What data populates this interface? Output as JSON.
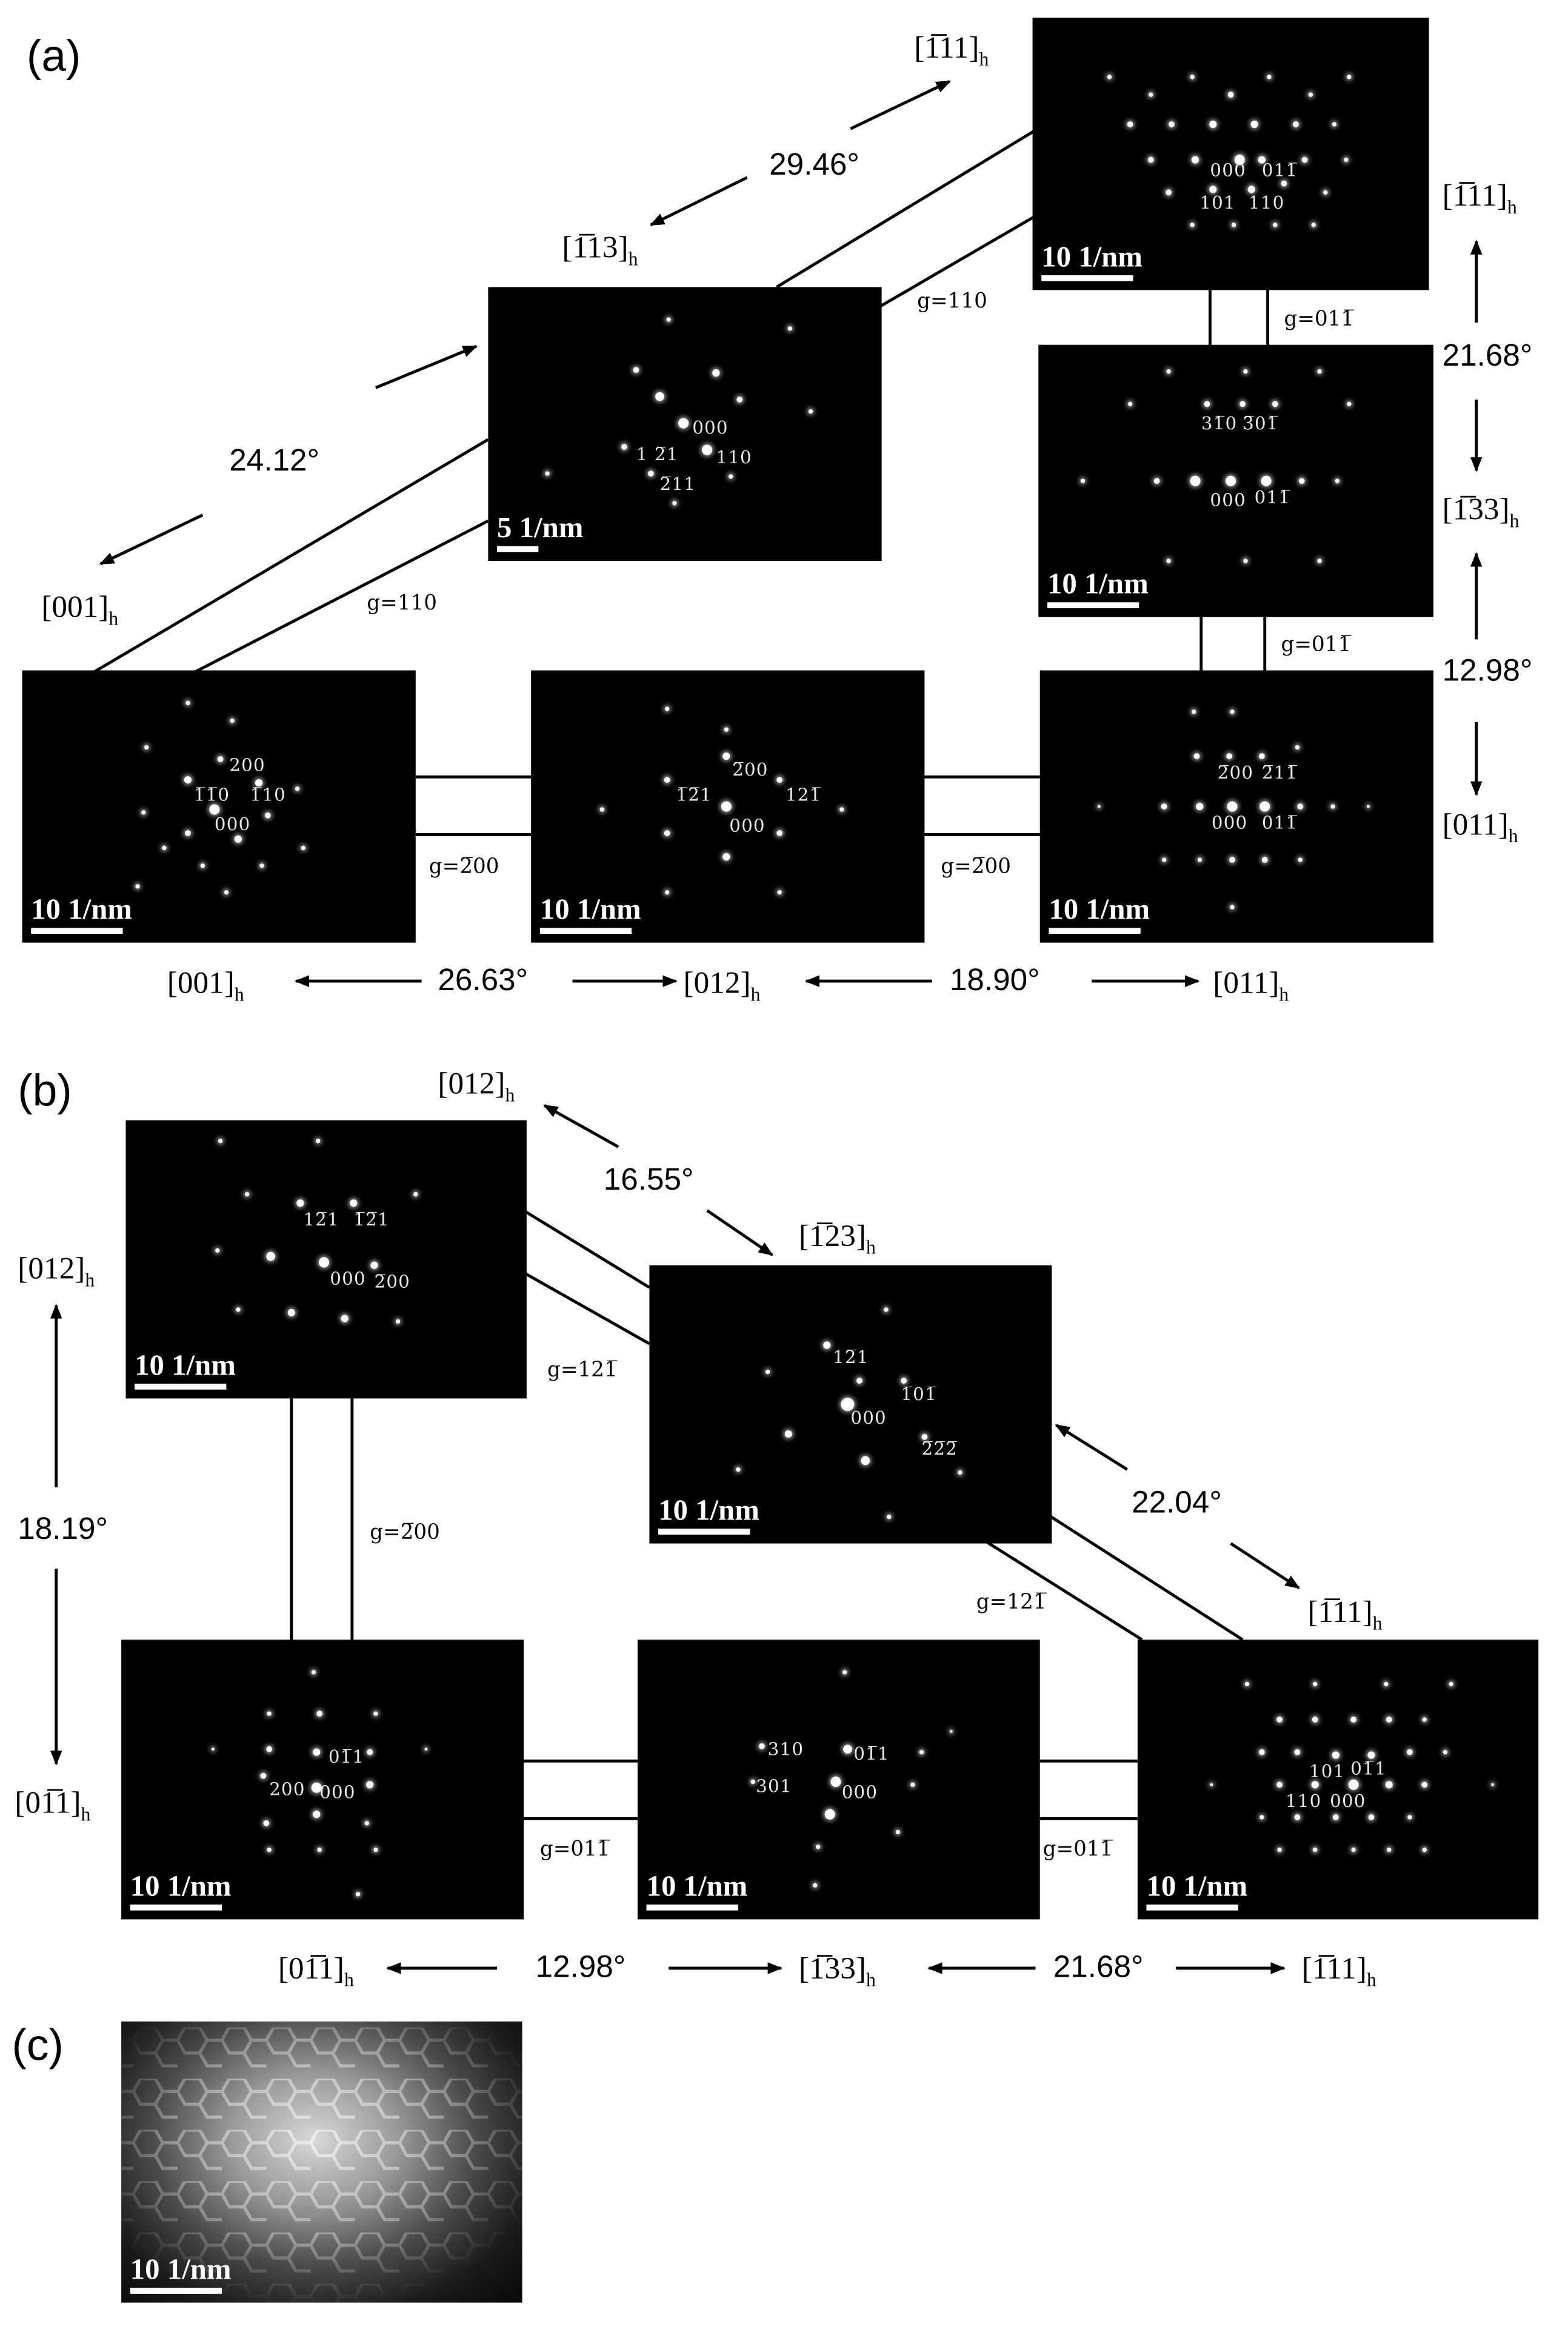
{
  "panel_labels": {
    "a": "(a)",
    "b": "(b)",
    "c": "(c)"
  },
  "scale_bars": {
    "ten": "10 1/nm",
    "five": "5 1/nm"
  },
  "patterns": {
    "a_111": [
      "000",
      "011̅",
      "101",
      "110"
    ],
    "a_113": [
      "000",
      "1 2̅1",
      "110",
      "2̅11"
    ],
    "a_133": [
      "31̅0",
      "3̅01̅",
      "000",
      "011̅"
    ],
    "a_001": [
      "200",
      "1̅1̅0",
      "1̅10",
      "000"
    ],
    "a_012": [
      "2̅00",
      "1̅2̅1",
      "121̅",
      "000"
    ],
    "a_011": [
      "2̅00",
      "2̅11̅",
      "000",
      "011̅"
    ],
    "b_012": [
      "12̅1",
      "1̅2̅1",
      "000",
      "2̅00"
    ],
    "b_123": [
      "12̅1",
      "1̅01̅",
      "000",
      "2̅2̅2̅"
    ],
    "b_011": [
      "01̅1",
      "200",
      "000"
    ],
    "b_133": [
      "310",
      "01̅1",
      "301",
      "000"
    ],
    "b_111": [
      "101",
      "01̅1",
      "110",
      "000"
    ]
  },
  "zones": {
    "a_111_top": "[1̅11]",
    "a_113": "[1̅13]",
    "a_001_left": "[001]",
    "a_111_right": "[1̅11]",
    "a_133_right": "[1̅33]",
    "a_011_right": "[011]",
    "a_bottom_001": "[001]",
    "a_bottom_012": "[012]",
    "a_bottom_011": "[011]",
    "b_012_top": "[012]",
    "b_123": "[1̅23]",
    "b_012_left": "[012]",
    "b_011_left": "[01̅1]",
    "b_111_right": "[1̅11]",
    "b_bottom_011": "[01̅1]",
    "b_bottom_133": "[1̅33]",
    "b_bottom_111": "[1̅11]",
    "sub": "h"
  },
  "angles": {
    "a_2946": "29.46°",
    "a_2412": "24.12°",
    "a_2168": "21.68°",
    "a_1298": "12.98°",
    "a_2663": "26.63°",
    "a_1890": "18.90°",
    "b_1655": "16.55°",
    "b_1819": "18.19°",
    "b_2204": "22.04°",
    "b_1298": "12.98°",
    "b_2168": "21.68°"
  },
  "gvectors": {
    "a_110_top": "g=110",
    "a_011_1": "g=011̅",
    "a_110_left": "g=110",
    "a_011_2": "g=011̅",
    "a_200_1": "g=2̅00",
    "a_200_2": "g=2̅00",
    "b_121_1": "g=121̅",
    "b_200": "g=2̅00",
    "b_121_2": "g=121̅",
    "b_011_1": "g=011̅",
    "b_011_2": "g=011̅"
  }
}
